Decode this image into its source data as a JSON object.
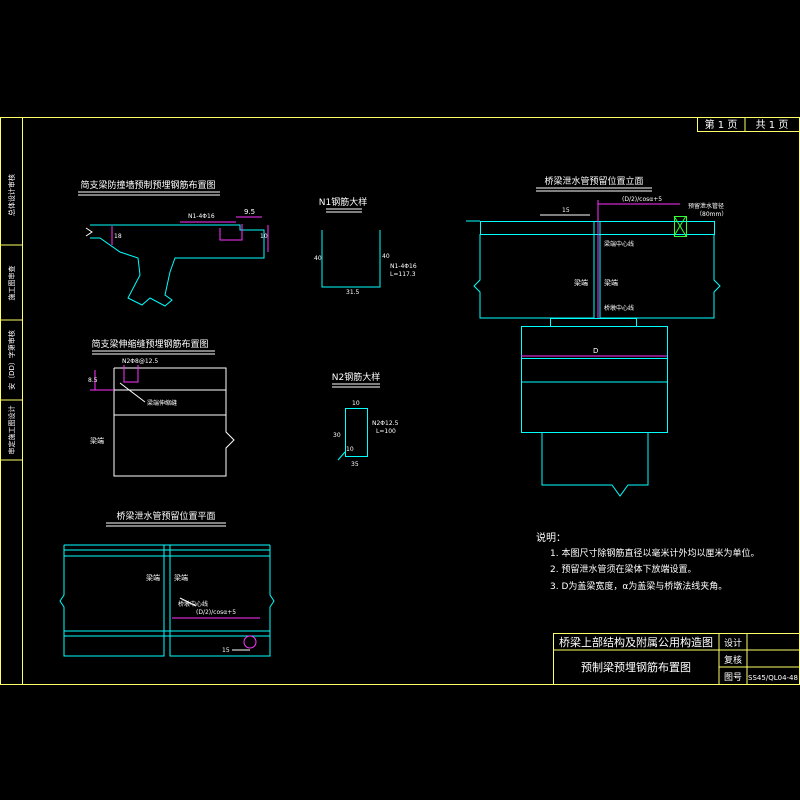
{
  "title_block": {
    "sheet": "第 1 页",
    "total": "共 1 页",
    "project_title": "桥梁上部结构及附属公用构造图",
    "drawing_title": "预制梁预埋钢筋布置图",
    "design_label": "设计",
    "check_label": "复核",
    "drawing_no_label": "图号",
    "drawing_no": "SS45/QL04-48"
  },
  "left_strip": {
    "labels": [
      "总体设计审核",
      "施工图审查",
      "安（DD）字第审核",
      "审定施工图设计"
    ]
  },
  "views": {
    "view1": {
      "title": "简支梁防撞墙预制预埋钢筋布置图",
      "rebar_label": "N1-4Φ16",
      "dim_a": "9.5",
      "dim_b": "18",
      "dim_c": "10"
    },
    "view2": {
      "title": "N1钢筋大样",
      "label_rebar": "N1-4Φ16",
      "label_length": "L=117.3",
      "dim_left": "40",
      "dim_right": "40",
      "dim_bottom": "31.5"
    },
    "view3": {
      "title": "简支梁伸缩缝预埋钢筋布置图",
      "rebar_label": "N2Φ8@12.5",
      "dim_left": "8.5",
      "label_center": "梁端伸缩缝",
      "label_beam": "梁端"
    },
    "view4": {
      "title": "N2钢筋大样",
      "dim_top": "10",
      "dim_left": "30",
      "dim_bottom": "10",
      "dim_base": "35",
      "label_rebar": "N2Φ12.5",
      "label_length": "L=100"
    },
    "view5": {
      "title": "桥梁泄水管预留位置立面",
      "dim_15": "15",
      "dim_offset": "(D/2)/cosα+5",
      "label_pipe": "预留泄水管径",
      "label_pipe2": "（80mm）",
      "label_center1": "梁端中心线",
      "label_end": "梁端",
      "label_center2": "桥墩中心线",
      "dim_d": "D"
    },
    "view6": {
      "title": "桥梁泄水管预留位置平面",
      "label_end_left": "梁端",
      "label_end_right": "梁端",
      "label_center": "桥墩中心线",
      "dim_offset": "(D/2)/cosα+5",
      "dim_15": "15"
    }
  },
  "notes": {
    "heading": "说明：",
    "items": [
      "1. 本图尺寸除钢筋直径以毫米计外均以厘米为单位。",
      "2. 预留泄水管须在梁体下放端设置。",
      "3. D为盖梁宽度，α为盖梁与桥墩法线夹角。"
    ]
  },
  "colors": {
    "frame": "#ffff66",
    "structure": "#00ffff",
    "dimension": "#ff33ff",
    "text": "#ffffff",
    "annotation": "#33ff33"
  }
}
